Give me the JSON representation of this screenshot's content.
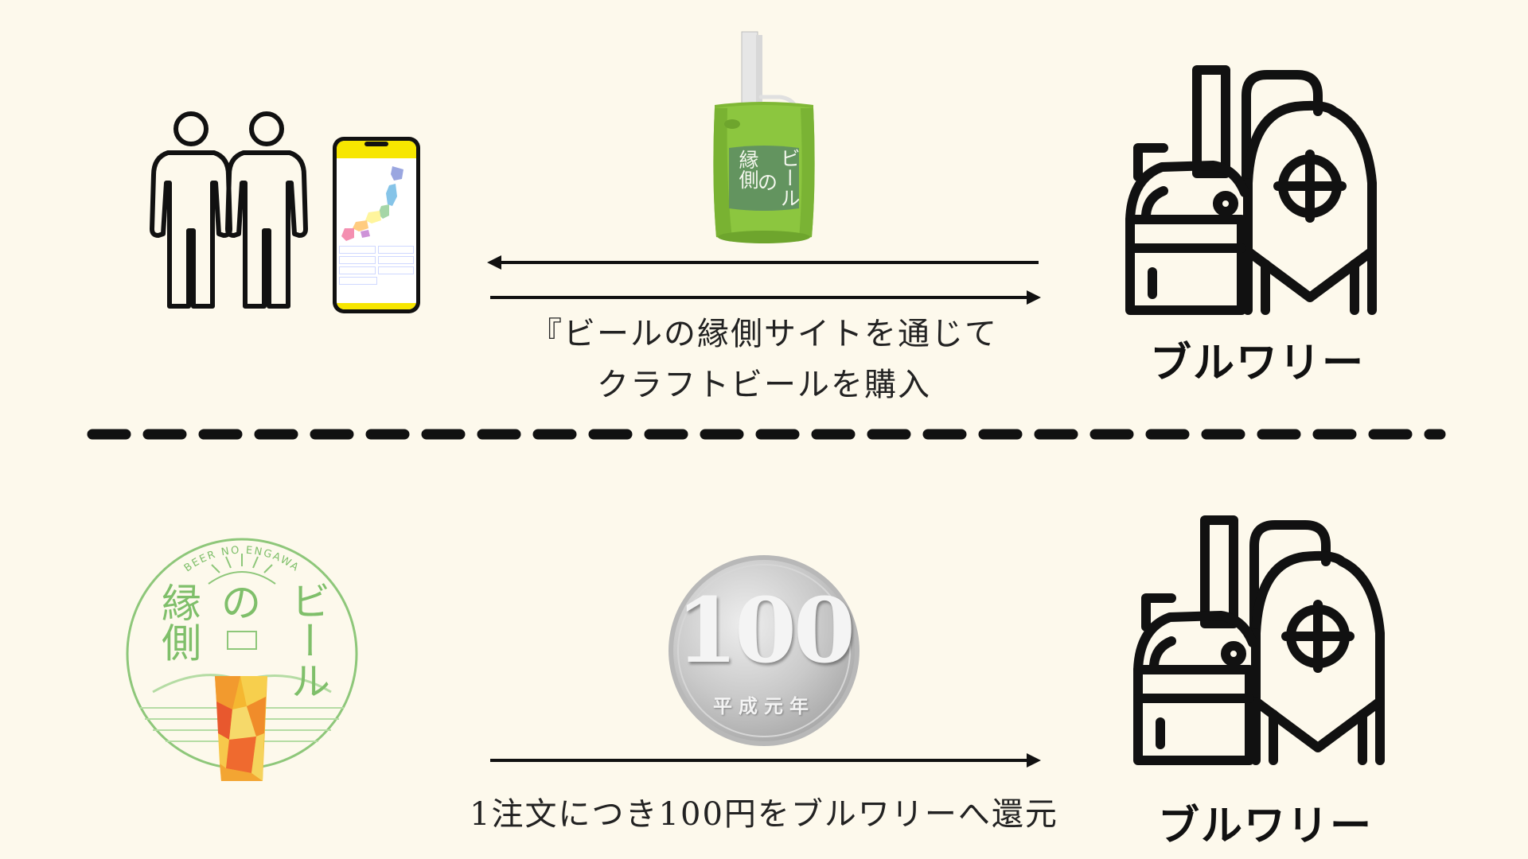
{
  "top_section": {
    "keg_label_left": "縁側",
    "keg_label_middle": "の",
    "keg_label_right": "ビール",
    "caption_line1": "『ビールの縁側サイトを通じて",
    "caption_line2": "クラフトビールを購入",
    "brewery_label": "ブルワリー"
  },
  "bottom_section": {
    "logo_arc_text": "BEER NO ENGAWA",
    "logo_left": "縁側",
    "logo_middle": "の",
    "logo_right": "ビール",
    "coin_value": "100",
    "coin_year": "平成元年",
    "caption": "1注文につき100円をブルワリーへ還元",
    "brewery_label": "ブルワリー"
  },
  "colors": {
    "background": "#fdf9ec",
    "keg_green": "#8cc63f",
    "logo_green": "#7fbf6a",
    "phone_header_yellow": "#f7e600",
    "coin_silver": "#c9c9c9",
    "icon_black": "#111111"
  },
  "icons": {
    "people": "people-icon",
    "brewery": "brewery-icon",
    "arrow_left": "arrow-left-icon",
    "arrow_right": "arrow-right-icon"
  }
}
